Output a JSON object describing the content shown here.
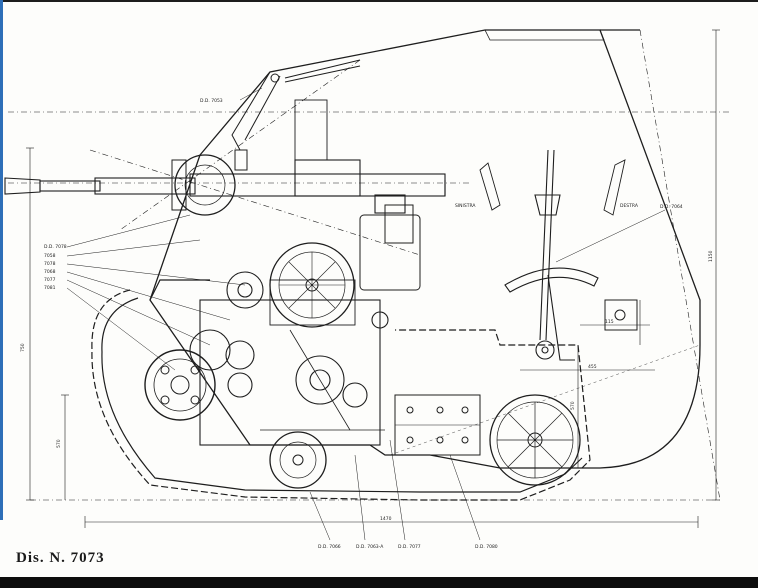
{
  "drawing": {
    "caption": "Dis. N. 7073",
    "callouts": {
      "top_link": "D.D. 7053",
      "right_lever": "D.D. 7064",
      "bottom_1": "D.D. 7066",
      "bottom_2": "D.D. 7063-A",
      "bottom_3": "D.D. 7077",
      "bottom_4": "D.D. 7080"
    },
    "left_callouts": [
      "D.D. 7078",
      "7058",
      "7078",
      "7068",
      "7077",
      "7081"
    ],
    "side_labels": {
      "left": "SINISTRA",
      "right": "DESTRA"
    },
    "dimensions": {
      "length": "1470",
      "height_left": "750",
      "height_right": "1150",
      "lower_left": "570",
      "mid_right": "570",
      "lever_horizontal": "455",
      "lever_small": "115"
    }
  }
}
